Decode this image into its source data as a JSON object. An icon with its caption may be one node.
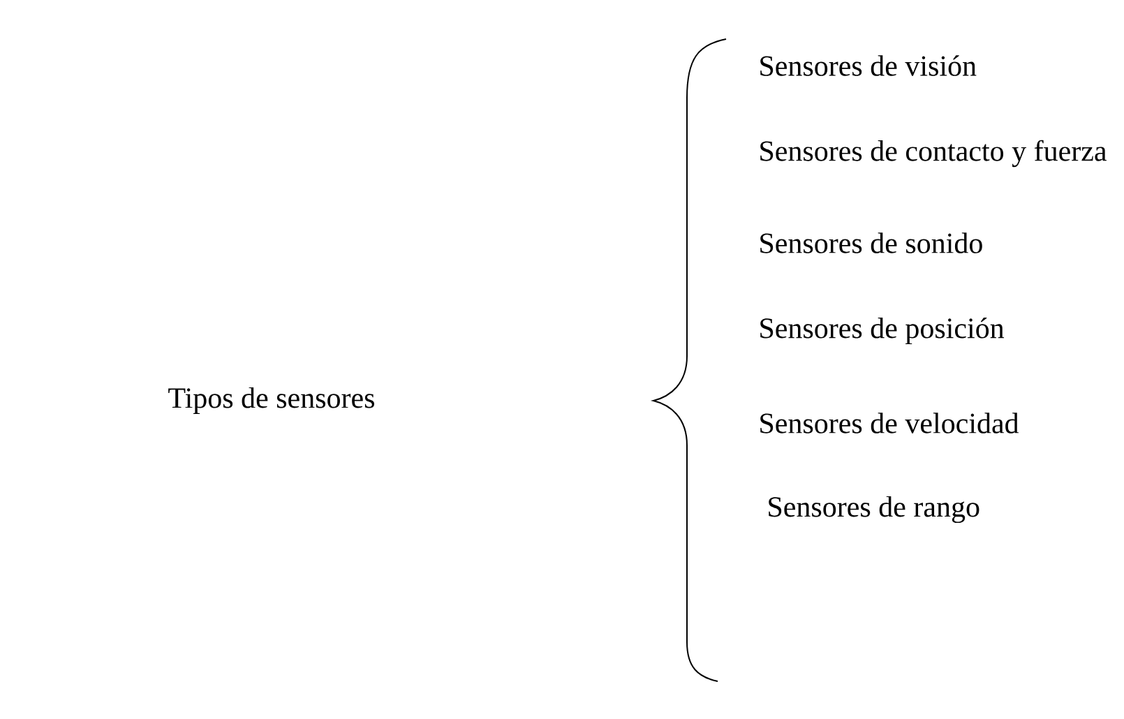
{
  "diagram": {
    "labels": [
      "Tipos de sensores",
      "Sensores de visión",
      "Sensores de contacto y fuerza",
      "Sensores de sonido",
      "Sensores de posición",
      "Sensores de velocidad",
      "Sensores de rango"
    ]
  }
}
